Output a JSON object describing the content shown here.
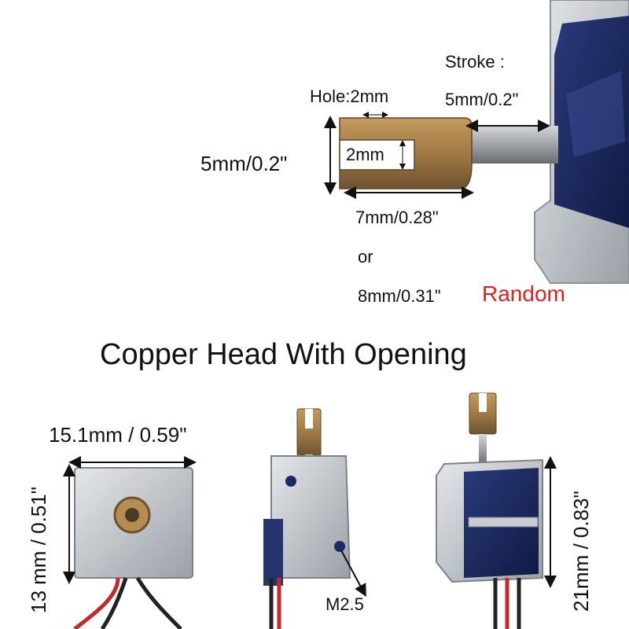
{
  "labels": {
    "stroke_title": "Stroke :",
    "stroke_value": "5mm/0.2\"",
    "hole": "Hole:2mm",
    "head_height": "5mm/0.2\"",
    "slot_width": "2mm",
    "length_a": "7mm/0.28\"",
    "or": "or",
    "length_b": "8mm/0.31\"",
    "random": "Random",
    "title": "Copper Head With Opening",
    "width": "15.1mm / 0.59\"",
    "height_left": "13 mm / 0.51\"",
    "screw": "M2.5",
    "height_right": "21mm / 0.83\""
  },
  "colors": {
    "text": "#111111",
    "accent_red": "#e0201b",
    "metal": "#c9cdd2",
    "copper": "#a07a45",
    "coil_blue": "#1c2a63"
  }
}
